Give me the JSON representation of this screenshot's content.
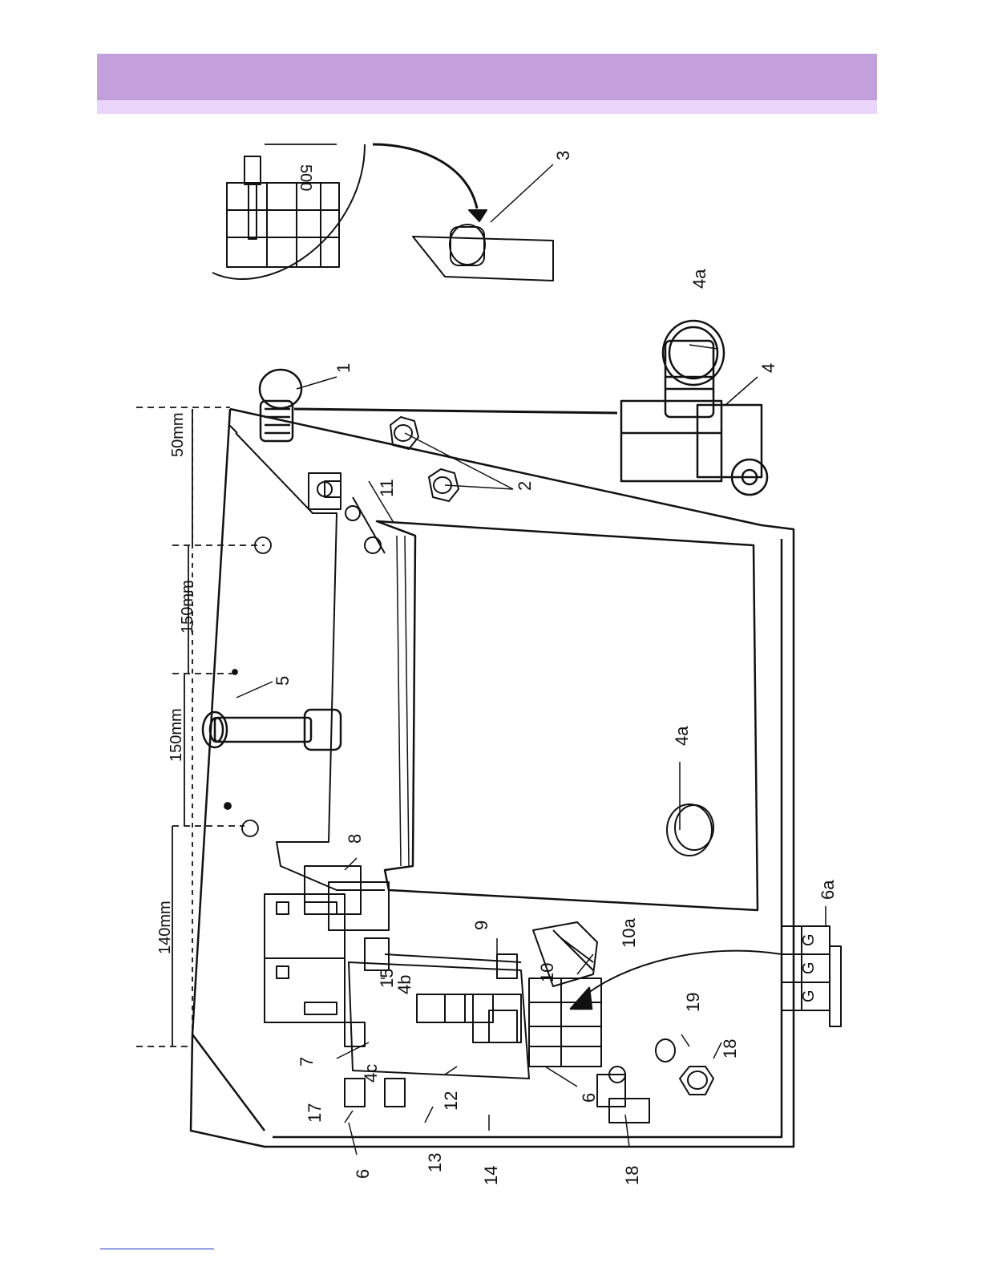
{
  "page": {
    "header_band": true
  },
  "diagram": {
    "dimensions": {
      "top_dim": "500",
      "d50": "50mm",
      "d150a": "150mm",
      "d150b": "150mm",
      "d140": "140mm"
    },
    "callouts": {
      "c1": "1",
      "c2": "2",
      "c3": "3",
      "c4": "4",
      "c4a_top": "4a",
      "c4a_mid": "4a",
      "c4b": "4b",
      "c4c": "4c",
      "c5": "5",
      "c6_left": "6",
      "c6_mid": "6",
      "c6a": "6a",
      "c7": "7",
      "c8": "8",
      "c9": "9",
      "c10": "10",
      "c10a": "10a",
      "c11": "11",
      "c12": "12",
      "c13": "13",
      "c14": "14",
      "c15": "15",
      "c17": "17",
      "c18_bottom": "18",
      "c18_right": "18",
      "c19": "19"
    },
    "terminal_letters": {
      "g1": "G",
      "g2": "G",
      "g3": "G"
    }
  }
}
